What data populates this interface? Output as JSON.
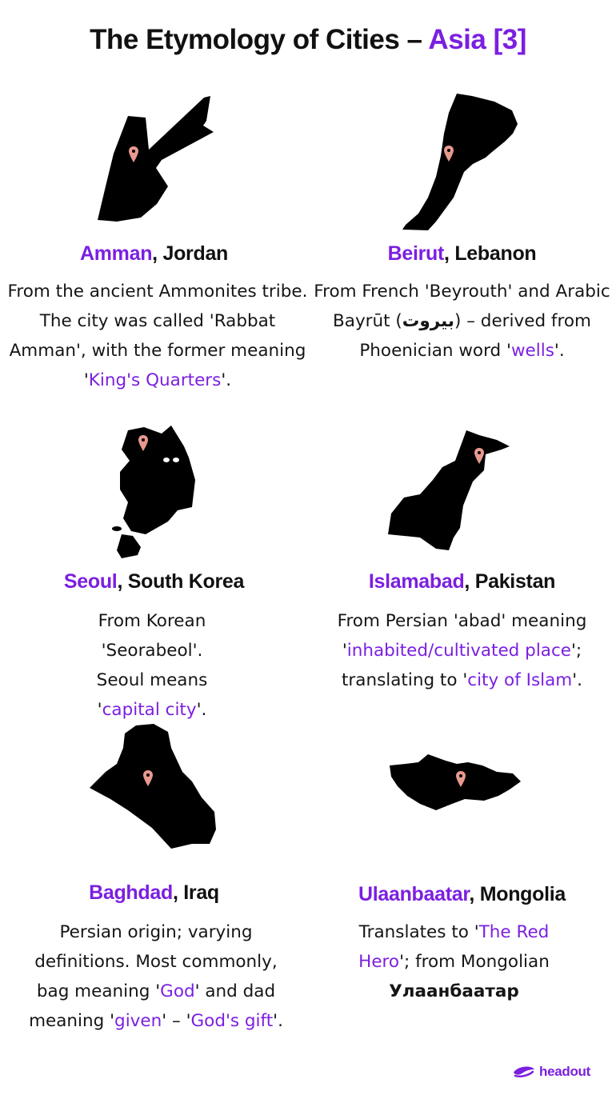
{
  "title": {
    "main": "The Etymology of Cities – ",
    "accent": "Asia [3]"
  },
  "colors": {
    "accent": "#7b1fe0",
    "map": "#000000",
    "pin": "#e8998f"
  },
  "cities": [
    {
      "name": "Amman",
      "country": ", Jordan",
      "map_icon": "jordan-map-icon",
      "desc": [
        {
          "t": "From the ancient Ammonites tribe. The city was called 'Rabbat Amman', with the former meaning '"
        },
        {
          "t": "King's Quarters",
          "hl": true
        },
        {
          "t": "'."
        }
      ]
    },
    {
      "name": "Beirut",
      "country": ", Lebanon",
      "map_icon": "lebanon-map-icon",
      "desc": [
        {
          "t": "From French 'Beyrouth' and Arabic Bayrūt ("
        },
        {
          "t": "بيروت",
          "bold": true
        },
        {
          "t": ") – derived from Phoenician word '"
        },
        {
          "t": "wells",
          "hl": true
        },
        {
          "t": "'."
        }
      ]
    },
    {
      "name": "Seoul",
      "country": ", South Korea",
      "map_icon": "south-korea-map-icon",
      "desc": [
        {
          "t": "From Korean 'Seorabeol'. Seoul means '"
        },
        {
          "t": "capital city",
          "hl": true
        },
        {
          "t": "'."
        }
      ]
    },
    {
      "name": "Islamabad",
      "country": ", Pakistan",
      "map_icon": "pakistan-map-icon",
      "desc": [
        {
          "t": "From Persian 'abad' meaning '"
        },
        {
          "t": "inhabited/cultivated place",
          "hl": true
        },
        {
          "t": "'; translating to '"
        },
        {
          "t": "city of Islam",
          "hl": true
        },
        {
          "t": "'."
        }
      ]
    },
    {
      "name": "Baghdad",
      "country": ", Iraq",
      "map_icon": "iraq-map-icon",
      "desc": [
        {
          "t": "Persian origin; varying definitions. Most commonly, bag meaning '"
        },
        {
          "t": "God",
          "hl": true
        },
        {
          "t": "' and dad meaning '"
        },
        {
          "t": "given",
          "hl": true
        },
        {
          "t": "' – '"
        },
        {
          "t": "God's gift",
          "hl": true
        },
        {
          "t": "'."
        }
      ]
    },
    {
      "name": "Ulaanbaatar",
      "country": ", Mongolia",
      "map_icon": "mongolia-map-icon",
      "desc": [
        {
          "t": "Translates to '"
        },
        {
          "t": "The Red Hero",
          "hl": true
        },
        {
          "t": "'; from Mongolian "
        },
        {
          "t": "Улаанбаатар",
          "bold": true
        }
      ]
    }
  ],
  "logo": {
    "text": "headout",
    "icon": "headout-logo-icon"
  }
}
